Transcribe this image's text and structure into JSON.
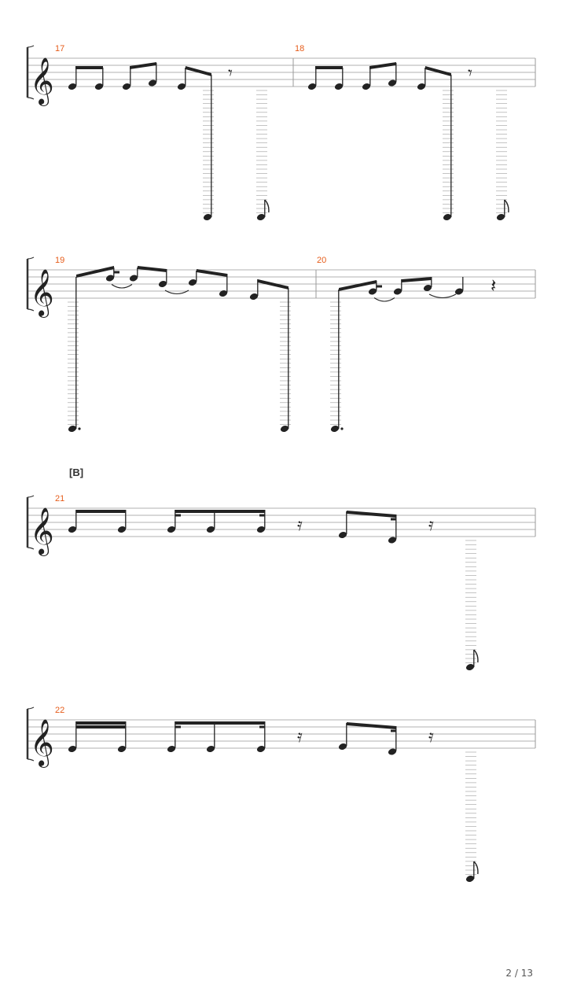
{
  "sheet": {
    "page_number": "2 / 13",
    "section_marker": "[B]",
    "colors": {
      "staff": "#999999",
      "notes": "#222222",
      "measure_number": "#e65c1a",
      "ledger": "#aaaaaa"
    },
    "systems": [
      {
        "measures": [
          {
            "number": "17",
            "notes": [
              "E4 8th",
              "E4 8th",
              "E4 8th",
              "F4 8th",
              "E4 8th",
              "low A 8th",
              "rest 8th",
              "low A 8th"
            ]
          },
          {
            "number": "18",
            "notes": [
              "E4 8th",
              "E4 8th",
              "E4 8th",
              "F4 8th",
              "E4 8th",
              "low A 8th",
              "rest 8th",
              "low A 8th"
            ]
          }
        ]
      },
      {
        "measures": [
          {
            "number": "19",
            "notes": [
              "low dotted",
              "A4",
              "tie",
              "A4",
              "G4",
              "tie",
              "G4",
              "E4",
              "E4",
              "low"
            ]
          },
          {
            "number": "20",
            "notes": [
              "low dotted",
              "F4",
              "tie",
              "F4",
              "G4",
              "tie",
              "E4",
              "quarter rest"
            ]
          }
        ]
      },
      {
        "measures": [
          {
            "number": "21",
            "notes": [
              "G4 8th",
              "G4 8th",
              "G4",
              "G4",
              "G4",
              "16th rest",
              "E4",
              "D4",
              "16th rest",
              "low"
            ]
          }
        ]
      },
      {
        "measures": [
          {
            "number": "22",
            "notes": [
              "D4 16th",
              "D4 16th",
              "D4",
              "D4",
              "D4",
              "16th rest",
              "E4",
              "D4",
              "16th rest",
              "low"
            ]
          }
        ]
      }
    ]
  }
}
